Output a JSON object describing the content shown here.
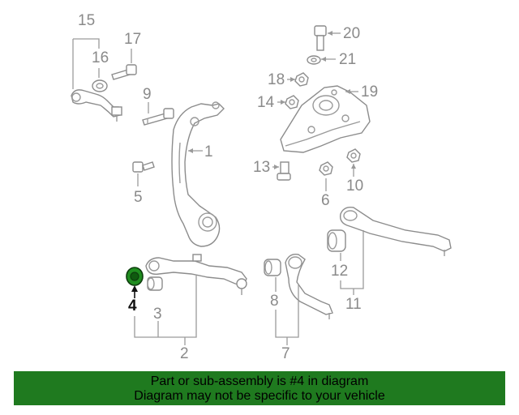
{
  "callouts": {
    "c1": "1",
    "c2": "2",
    "c3": "3",
    "c4": "4",
    "c5": "5",
    "c6": "6",
    "c7": "7",
    "c8": "8",
    "c9": "9",
    "c10": "10",
    "c11": "11",
    "c12": "12",
    "c13": "13",
    "c14": "14",
    "c15": "15",
    "c16": "16",
    "c17": "17",
    "c18": "18",
    "c19": "19",
    "c20": "20",
    "c21": "21"
  },
  "highlighted_part": "4",
  "colors": {
    "highlight_part": "#1f8c1f",
    "footer_bg": "#1f7a1f",
    "line_art": "#9a9a9a"
  },
  "footer": {
    "line1": "Part or sub-assembly is #4 in diagram",
    "line2": "Diagram may not be specific to your vehicle"
  }
}
